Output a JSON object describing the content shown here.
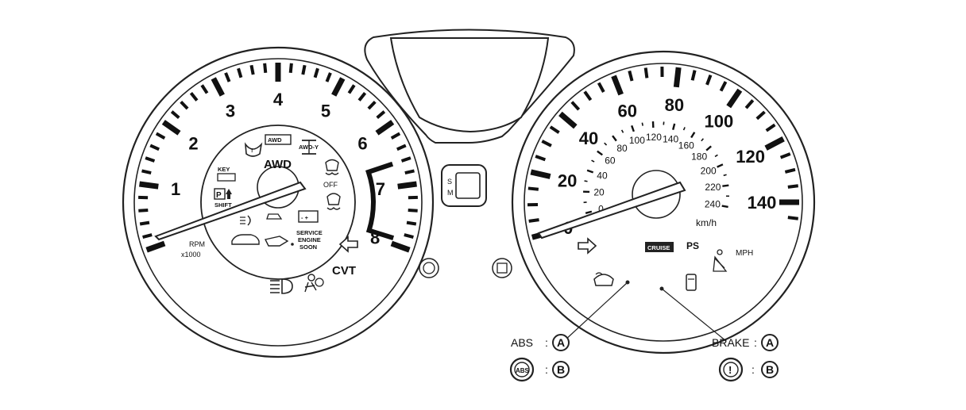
{
  "tachometer": {
    "numbers": [
      "1",
      "2",
      "3",
      "4",
      "5",
      "6",
      "7",
      "8"
    ],
    "unit": "RPM",
    "multiplier": "x1000",
    "awd_label": "AWD",
    "awd_lock_label": "AWD",
    "awd_small_label": "AWD-Y",
    "key_label": "KEY",
    "shift_label": "SHIFT",
    "off_label": "OFF",
    "service_line1": "SERVICE",
    "service_line2": "ENGINE",
    "service_line3": "SOON",
    "cvt_label": "CVT"
  },
  "center": {
    "gear_s": "S",
    "gear_m": "M"
  },
  "speedometer": {
    "mph_numbers": [
      "0",
      "20",
      "40",
      "60",
      "80",
      "100",
      "120",
      "140"
    ],
    "kmh_numbers": [
      "0",
      "20",
      "40",
      "60",
      "80",
      "100",
      "120",
      "140",
      "160",
      "180",
      "200",
      "220",
      "240"
    ],
    "kmh_unit": "km/h",
    "mph_unit": "MPH",
    "cruise_label": "CRUISE",
    "ps_label": "PS"
  },
  "callouts": {
    "abs_label": "ABS",
    "brake_label": "BRAKE",
    "colon": ":",
    "letter_a": "A",
    "letter_b": "B",
    "abs_icon_text": "ABS",
    "brake_icon_text": "!"
  }
}
